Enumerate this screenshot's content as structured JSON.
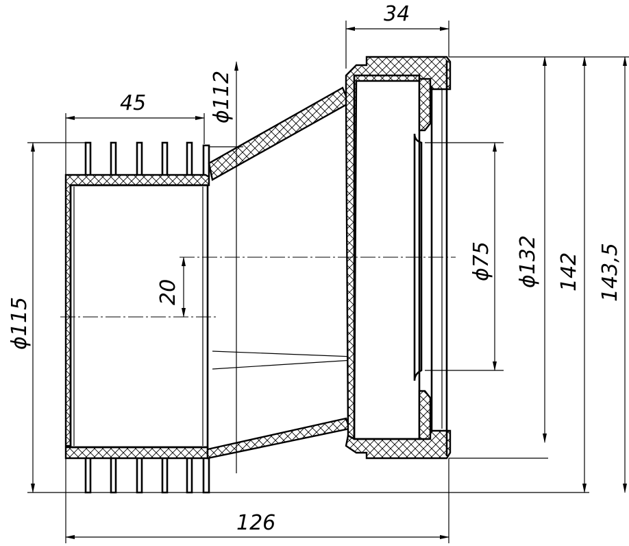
{
  "drawing": {
    "dimensions": {
      "top_width": "34",
      "socket_length": "45",
      "inlet_diameter": "ϕ112",
      "outlet_diameter": "ϕ115",
      "offset": "20",
      "inner_diameter": "ϕ75",
      "flange_inner_diameter": "ϕ132",
      "height_142": "142",
      "height_143_5": "143,5",
      "total_length": "126"
    }
  }
}
